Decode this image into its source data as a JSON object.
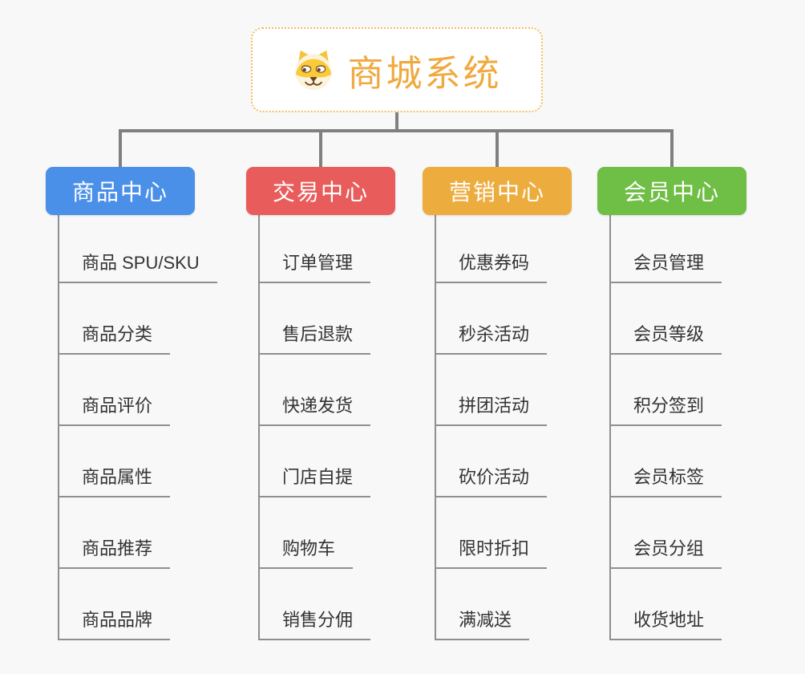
{
  "root": {
    "title": "商城系统",
    "icon": "dog-icon"
  },
  "branches": [
    {
      "label": "商品中心",
      "color": "#4A8FE8",
      "items": [
        "商品 SPU/SKU",
        "商品分类",
        "商品评价",
        "商品属性",
        "商品推荐",
        "商品品牌"
      ]
    },
    {
      "label": "交易中心",
      "color": "#E85D5B",
      "items": [
        "订单管理",
        "售后退款",
        "快递发货",
        "门店自提",
        "购物车",
        "销售分佣"
      ]
    },
    {
      "label": "营销中心",
      "color": "#EDAC3E",
      "items": [
        "优惠券码",
        "秒杀活动",
        "拼团活动",
        "砍价活动",
        "限时折扣",
        "满减送"
      ]
    },
    {
      "label": "会员中心",
      "color": "#6FBE45",
      "items": [
        "会员管理",
        "会员等级",
        "积分签到",
        "会员标签",
        "会员分组",
        "收货地址"
      ]
    }
  ],
  "colors": {
    "background": "#F8F8F8",
    "root_border": "#F4BE5A",
    "root_title": "#F0A93E",
    "connector": "#808080",
    "leaf_line": "#8F8F8F",
    "leaf_text": "#333333"
  }
}
